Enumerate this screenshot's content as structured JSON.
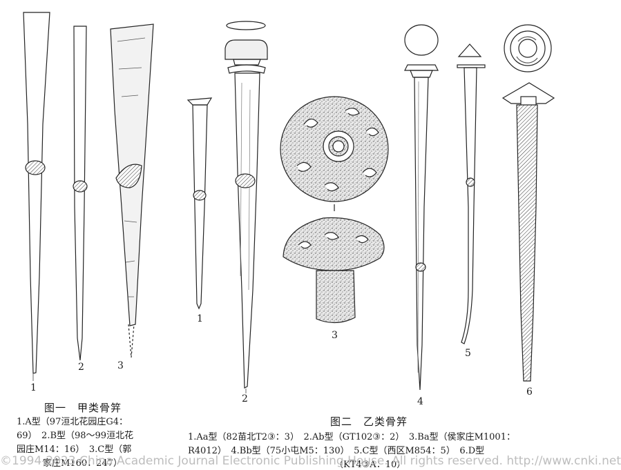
{
  "figure1": {
    "labels": [
      "1",
      "2",
      "3"
    ],
    "caption_title": "图一　甲类骨笄",
    "caption_lines": [
      "1.A型（97洹北花园庄G4：",
      "69）　2.B型（98～99洹北花",
      "园庄M14：16）　3.C型（郭",
      "家庄M160：247）"
    ]
  },
  "figure2": {
    "labels": [
      "1",
      "2",
      "3",
      "4",
      "5",
      "6"
    ],
    "caption_title": "图二　乙类骨笄",
    "caption_lines": [
      "1.Aa型（82苗北T2③：3）　2.Ab型（GT102③：2）　3.Ba型（侯家庄M1001：",
      "R4012）　4.Bb型（75小屯M5：130）　5.C型（西区M854：5）　6.D型",
      "（KT4③A：10）"
    ]
  },
  "watermark": "©1994-2023 China Academic Journal Electronic Publishing House. All rights reserved.   http://www.cnki.net"
}
